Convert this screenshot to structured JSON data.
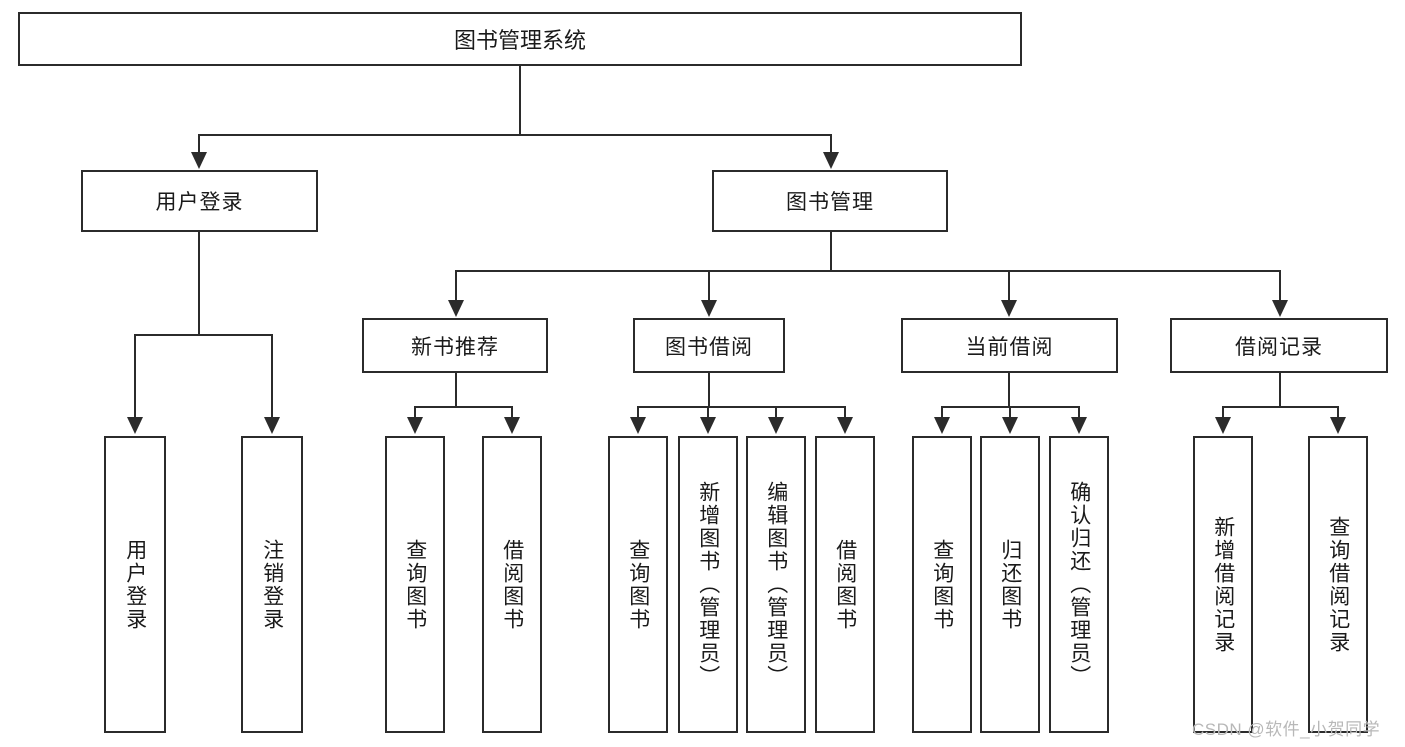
{
  "diagram": {
    "type": "hierarchy-tree",
    "title": "图书管理系统",
    "root": {
      "label": "图书管理系统"
    },
    "level2": [
      {
        "label": "用户登录"
      },
      {
        "label": "图书管理"
      }
    ],
    "level3": [
      {
        "label": "新书推荐"
      },
      {
        "label": "图书借阅"
      },
      {
        "label": "当前借阅"
      },
      {
        "label": "借阅记录"
      }
    ],
    "leaves": {
      "user_login": [
        {
          "label": "用户登录"
        },
        {
          "label": "注销登录"
        }
      ],
      "new_book_recommend": [
        {
          "label": "查询图书"
        },
        {
          "label": "借阅图书"
        }
      ],
      "book_borrow": [
        {
          "label": "查询图书"
        },
        {
          "label": "新增图书（管理员）"
        },
        {
          "label": "编辑图书（管理员）"
        },
        {
          "label": "借阅图书"
        }
      ],
      "current_borrow": [
        {
          "label": "查询图书"
        },
        {
          "label": "归还图书"
        },
        {
          "label": "确认归还（管理员）"
        }
      ],
      "borrow_record": [
        {
          "label": "新增借阅记录"
        },
        {
          "label": "查询借阅记录"
        }
      ]
    },
    "watermark": "CSDN @软件_小贺同学",
    "colors": {
      "stroke": "#2b2b2b",
      "background": "#ffffff",
      "text": "#1a1a1a",
      "watermark": "#b8b8b8"
    }
  }
}
